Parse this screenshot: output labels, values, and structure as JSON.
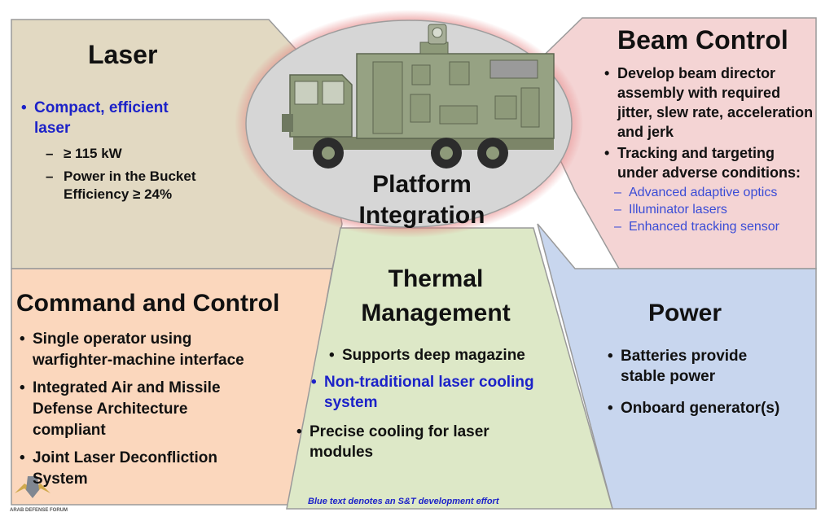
{
  "laser": {
    "title": "Laser",
    "bullet": "Compact, efficient laser",
    "subs": [
      "≥ 115 kW",
      "Power in the Bucket Efficiency ≥ 24%"
    ]
  },
  "beam_control": {
    "title": "Beam Control",
    "bullets": [
      "Develop beam director assembly with required jitter, slew rate, acceleration and jerk",
      "Tracking and targeting under adverse conditions:"
    ],
    "subs": [
      "Advanced adaptive optics",
      "Illuminator lasers",
      "Enhanced tracking sensor"
    ]
  },
  "platform": {
    "title_line1": "Platform",
    "title_line2": "Integration"
  },
  "command_control": {
    "title": "Command and Control",
    "bullets": [
      "Single operator using warfighter-machine interface",
      "Integrated Air and Missile Defense Architecture compliant",
      "Joint Laser Deconfliction System"
    ]
  },
  "thermal": {
    "title_line1": "Thermal",
    "title_line2": "Management",
    "bullets": [
      "Supports deep magazine",
      "Non-traditional laser cooling system",
      "Precise cooling for laser modules"
    ]
  },
  "power": {
    "title": "Power",
    "bullets": [
      "Batteries provide stable power",
      "Onboard generator(s)"
    ]
  },
  "footnote": "Blue text denotes an S&T development effort",
  "watermark": "ARAB DEFENSE FORUM",
  "colors": {
    "laser_bg": "#e2d9c2",
    "beam_bg": "#f4d4d4",
    "command_bg": "#fbd7bd",
    "thermal_bg": "#dde8c7",
    "power_bg": "#c8d6ee",
    "ellipse_bg": "#d6d6d6",
    "ellipse_glow": "#e47a7a",
    "blue_text": "#1c22c8",
    "truck": "#8e9a7a"
  }
}
